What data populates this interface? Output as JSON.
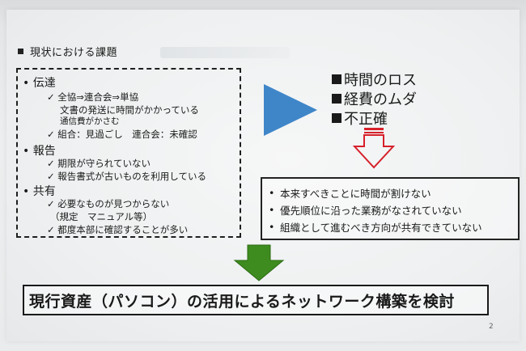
{
  "slide": {
    "title": "現状における課題",
    "issues": {
      "cat1": "伝達",
      "cat1_sub1": "全協⇒連合会⇒単協",
      "cat1_sub2": "文書の発送に時間がかかっている",
      "cat1_sub3": "通信費がかさむ",
      "cat1_sub4": "組合：見過ごし　連合会：未確認",
      "cat2": "報告",
      "cat2_sub1": "期限が守られていない",
      "cat2_sub2": "報告書式が古いものを利用している",
      "cat3": "共有",
      "cat3_sub1": "必要なものが見つからない",
      "cat3_sub2": "（規定　マニュアル等）",
      "cat3_sub3": "都度本部に確認することが多い"
    },
    "losses": [
      "時間のロス",
      "経費のムダ",
      "不正確"
    ],
    "consequences": [
      "本来すべきことに時間が割けない",
      "優先順位に沿った業務がなされていない",
      "組織として進むべき方向が共有できていない"
    ],
    "conclusion": "現行資産（パソコン）の活用によるネットワーク構築を検討",
    "page_number": "2"
  },
  "colors": {
    "blue_arrow": "#3f86c9",
    "red_arrow": "#d6202a",
    "green_arrow": "#3e8c1f",
    "dashed_border": "#1f1f1f"
  },
  "icons": {
    "title_bullet": "square-bullet-icon",
    "category_bullet": "dot-bullet-icon",
    "sub_bullet": "checkmark-icon",
    "loss_bullet": "black-square-icon"
  }
}
